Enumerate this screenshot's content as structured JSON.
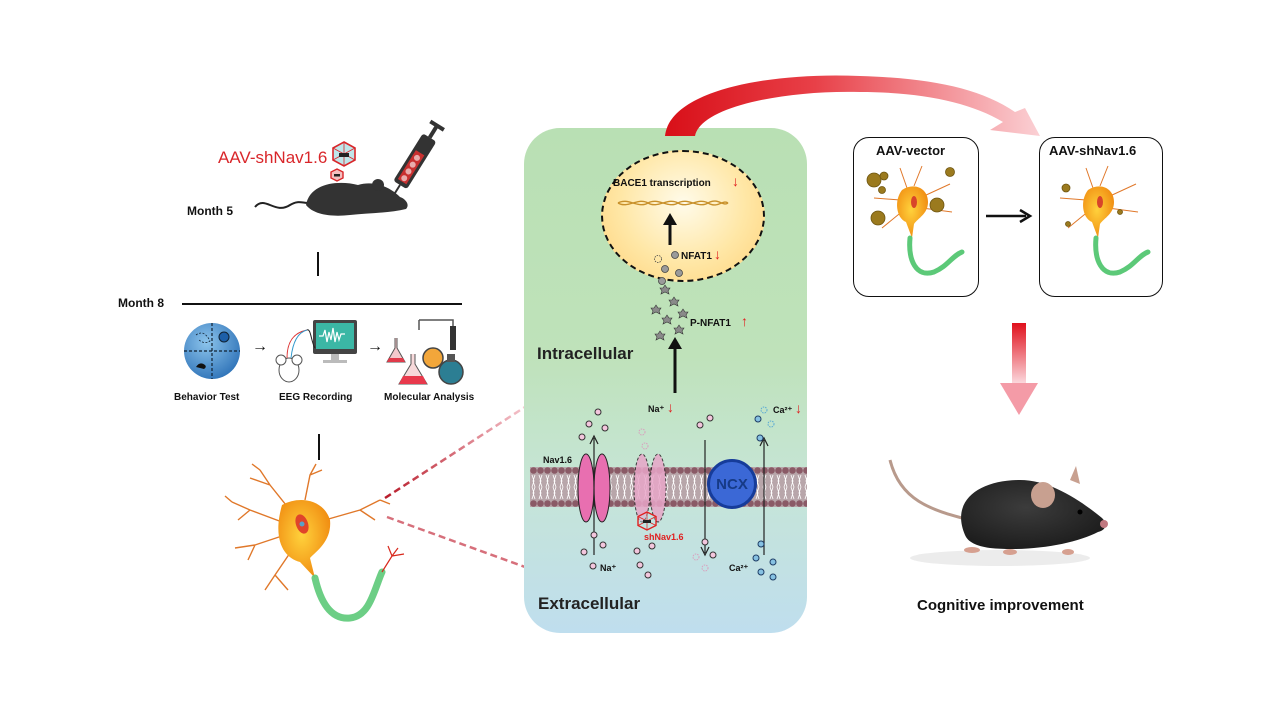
{
  "timeline": {
    "injection_label": "AAV-shNav1.6",
    "month5_label": "Month 5",
    "month8_label": "Month 8",
    "steps": [
      {
        "label": "Behavior Test",
        "icon": "water-maze-icon"
      },
      {
        "label": "EEG Recording",
        "icon": "eeg-monitor-icon"
      },
      {
        "label": "Molecular Analysis",
        "icon": "lab-flasks-icon"
      }
    ]
  },
  "mechanism": {
    "nucleus_label": "BACE1 transcription",
    "nucleus_trend": "↓",
    "nfat1_label": "NFAT1",
    "nfat1_trend": "↓",
    "pnfat1_label": "P-NFAT1",
    "pnfat1_trend": "↑",
    "intracellular_label": "Intracellular",
    "extracellular_label": "Extracellular",
    "channel_label": "Nav1.6",
    "knockdown_label": "shNav1.6",
    "exchanger_label": "NCX",
    "na_top_label": "Na⁺",
    "na_top_trend": "↓",
    "na_bottom_label": "Na⁺",
    "ca_top_label": "Ca²⁺",
    "ca_top_trend": "↓",
    "ca_bottom_label": "Ca²⁺"
  },
  "outcome": {
    "before_label": "AAV-vector",
    "after_label": "AAV-shNav1.6",
    "result_label": "Cognitive improvement"
  },
  "colors": {
    "accent_red": "#e02020",
    "panel_green": "#b9e0b4",
    "panel_blue": "#bfdeee",
    "ncx_blue": "#3b68d6",
    "channel_pink": "#e86fb0"
  }
}
